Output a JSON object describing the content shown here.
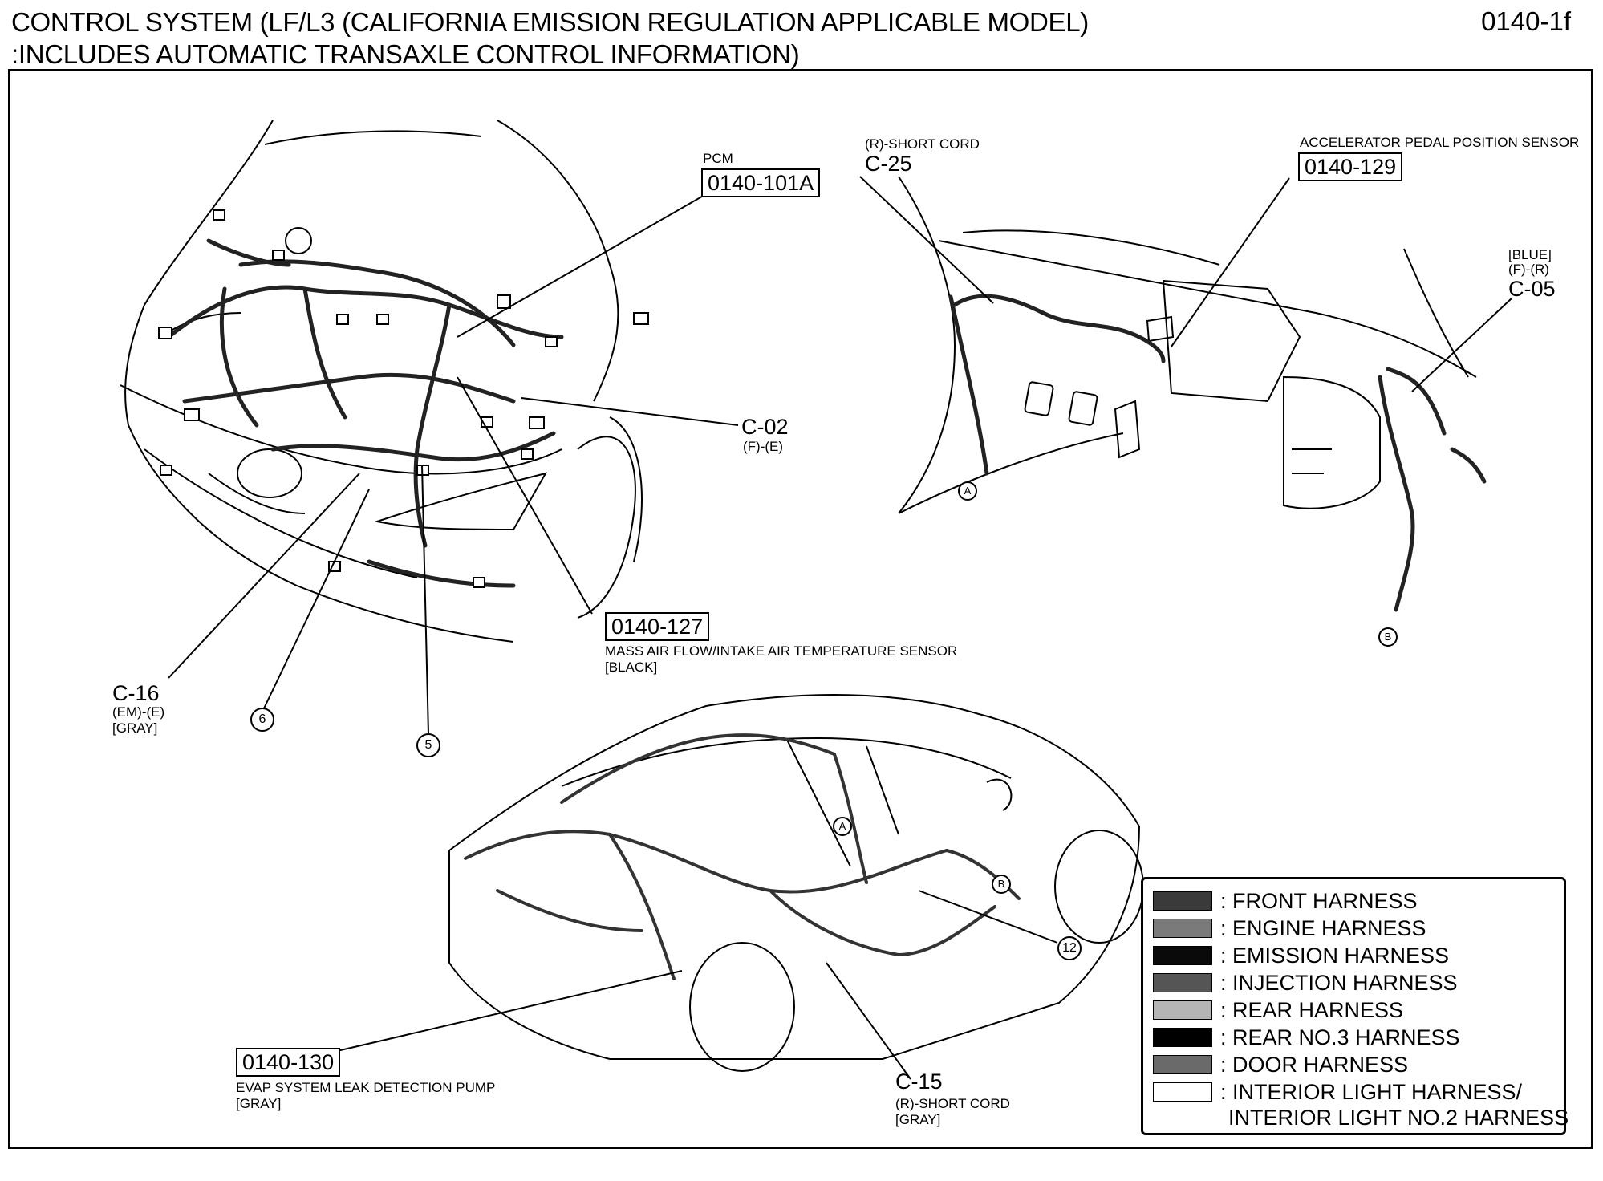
{
  "header": {
    "title_line1": "CONTROL SYSTEM (LF/L3 (CALIFORNIA EMISSION REGULATION APPLICABLE MODEL)",
    "title_line2": ":INCLUDES AUTOMATIC TRANSAXLE CONTROL INFORMATION)",
    "page_number": "0140-1f"
  },
  "callouts": {
    "pcm": {
      "label": "PCM",
      "code": "0140-101A"
    },
    "c25": {
      "note": "(R)-SHORT CORD",
      "code": "C-25"
    },
    "apps": {
      "label": "ACCELERATOR PEDAL POSITION SENSOR",
      "code": "0140-129"
    },
    "c05": {
      "color": "[BLUE]",
      "note": "(F)-(R)",
      "code": "C-05"
    },
    "c02": {
      "code": "C-02",
      "note": "(F)-(E)"
    },
    "maf": {
      "code": "0140-127",
      "label": "MASS AIR FLOW/INTAKE AIR TEMPERATURE SENSOR",
      "color": "[BLACK]"
    },
    "c16": {
      "code": "C-16",
      "note": "(EM)-(E)",
      "color": "[GRAY]"
    },
    "evap": {
      "code": "0140-130",
      "label": "EVAP SYSTEM LEAK DETECTION PUMP",
      "color": "[GRAY]"
    },
    "c15": {
      "code": "C-15",
      "note": "(R)-SHORT CORD",
      "color": "[GRAY]"
    }
  },
  "markers": {
    "m6": "6",
    "m5": "5",
    "m12": "12",
    "a1": "A",
    "b1": "B",
    "a2": "A",
    "b2": "B"
  },
  "legend": {
    "items": [
      {
        "label": ": FRONT HARNESS",
        "color": "#3a3a3a"
      },
      {
        "label": ": ENGINE HARNESS",
        "color": "#7a7a7a"
      },
      {
        "label": ": EMISSION HARNESS",
        "color": "#0a0a0a"
      },
      {
        "label": ": INJECTION HARNESS",
        "color": "#555555"
      },
      {
        "label": ": REAR HARNESS",
        "color": "#b5b5b5"
      },
      {
        "label": ": REAR NO.3 HARNESS",
        "color": "#000000"
      },
      {
        "label": ": DOOR HARNESS",
        "color": "#6a6a6a"
      },
      {
        "label": ": INTERIOR LIGHT HARNESS/",
        "color": "#ffffff"
      },
      {
        "label": "INTERIOR LIGHT NO.2 HARNESS",
        "color": null
      }
    ]
  }
}
